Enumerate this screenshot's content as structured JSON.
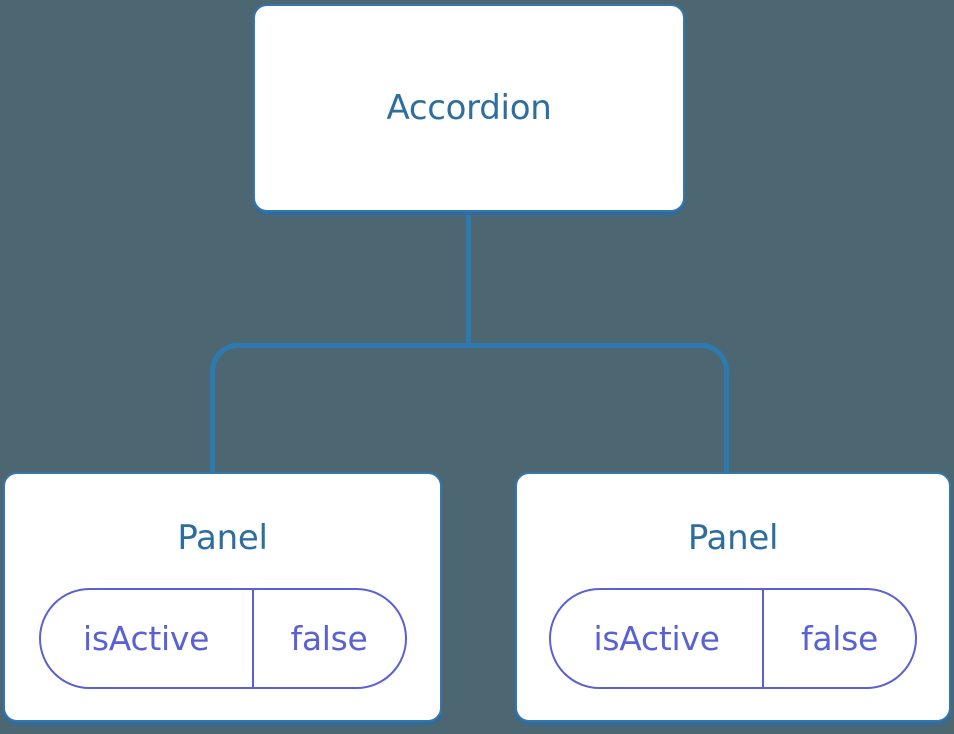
{
  "tree": {
    "root": {
      "label": "Accordion"
    },
    "children": [
      {
        "label": "Panel",
        "state": {
          "name": "isActive",
          "value": "false"
        }
      },
      {
        "label": "Panel",
        "state": {
          "name": "isActive",
          "value": "false"
        }
      }
    ]
  },
  "colors": {
    "background": "#4C6772",
    "node_background": "#FFFFFF",
    "node_border": "#3377AD",
    "node_label_blue": "#2E6E9E",
    "connector_blue": "#2F79B1",
    "state_purple": "#5A62D2"
  }
}
